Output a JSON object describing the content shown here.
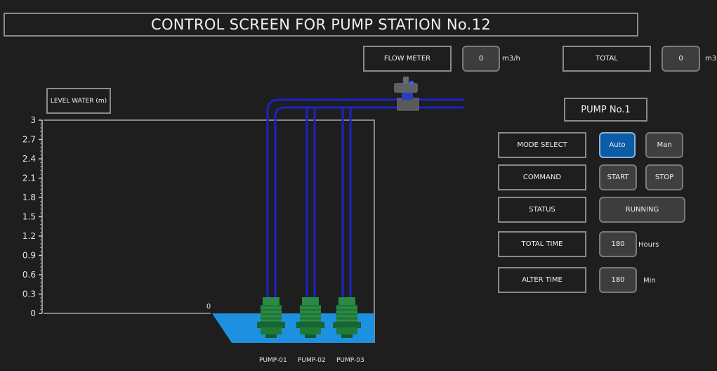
{
  "title": "CONTROL SCREEN FOR PUMP STATION No.12",
  "flow_meter": {
    "label": "FLOW METER",
    "value": "0",
    "unit": "m3/h"
  },
  "total": {
    "label": "TOTAL",
    "value": "0",
    "unit": "m3"
  },
  "level": {
    "label": "LEVEL WATER (m)",
    "ticks": [
      "3",
      "2.7",
      "2.4",
      "2.1",
      "1.8",
      "1.5",
      "1.2",
      "0.9",
      "0.6",
      "0.3",
      "0"
    ],
    "indicator_value": "0"
  },
  "pumps": [
    "PUMP-01",
    "PUMP-02",
    "PUMP-03"
  ],
  "panel": {
    "title": "PUMP No.1",
    "mode_select": {
      "label": "MODE SELECT",
      "auto": "Auto",
      "manual": "Man",
      "selected": "Auto"
    },
    "command": {
      "label": "COMMAND",
      "start": "START",
      "stop": "STOP"
    },
    "status": {
      "label": "STATUS",
      "value": "RUNNING"
    },
    "total_time": {
      "label": "TOTAL TIME",
      "value": "180",
      "unit": "Hours"
    },
    "alter_time": {
      "label": "ALTER TIME",
      "value": "180",
      "unit": "Min"
    }
  },
  "colors": {
    "background": "#1e1e1e",
    "pipe": "#1a23c8",
    "water": "#1e90e0",
    "pump_body": "#1f7a3a",
    "active_button": "#0d5aa7"
  }
}
